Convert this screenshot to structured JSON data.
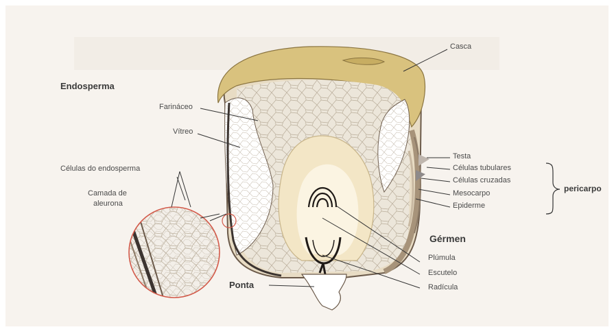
{
  "labels": {
    "endosperma": "Endosperma",
    "farinaceo": "Farináceo",
    "vitreo": "Vítreo",
    "celulas_endosperma": "Células do endosperma",
    "camada_aleurona_1": "Camada de",
    "camada_aleurona_2": "aleurona",
    "ponta": "Ponta",
    "casca": "Casca",
    "testa": "Testa",
    "celulas_tubulares": "Células tubulares",
    "celulas_cruzadas": "Células cruzadas",
    "mesocarpo": "Mesocarpo",
    "epiderme": "Epiderme",
    "pericarpo": "pericarpo",
    "germen": "Gérmen",
    "plumula": "Plúmula",
    "escutelo": "Escutelo",
    "radicula": "Radícula"
  },
  "colors": {
    "background_panel": "#f7f3ee",
    "hull": "#d9c27e",
    "endosperm": "#ece6da",
    "cell_lines": "#b9ad9a",
    "vitreous": "#ffffff",
    "germ": "#f3e6c6",
    "outline": "#6b5a4a",
    "callout_circle": "#d35a4a",
    "leader": "#333333"
  }
}
